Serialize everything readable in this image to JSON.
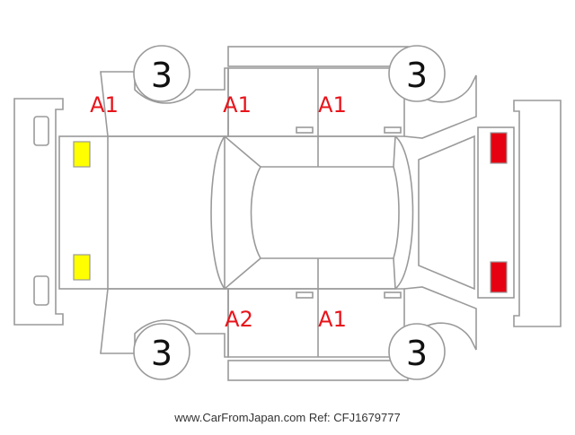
{
  "colors": {
    "outline": "#9a9a9a",
    "mark_text": "#e8141b",
    "front_light": "#ffff00",
    "rear_light": "#e60012"
  },
  "tires": {
    "front_left": "3",
    "rear_left": "3",
    "front_right": "3",
    "rear_right": "3"
  },
  "marks": {
    "front_fender_top": "A1",
    "front_door_top": "A1",
    "rear_door_top": "A1",
    "front_door_bottom": "A2",
    "rear_door_bottom": "A1"
  },
  "footer": {
    "site": "www.CarFromJapan.com",
    "ref": "Ref: CFJ1679777"
  }
}
